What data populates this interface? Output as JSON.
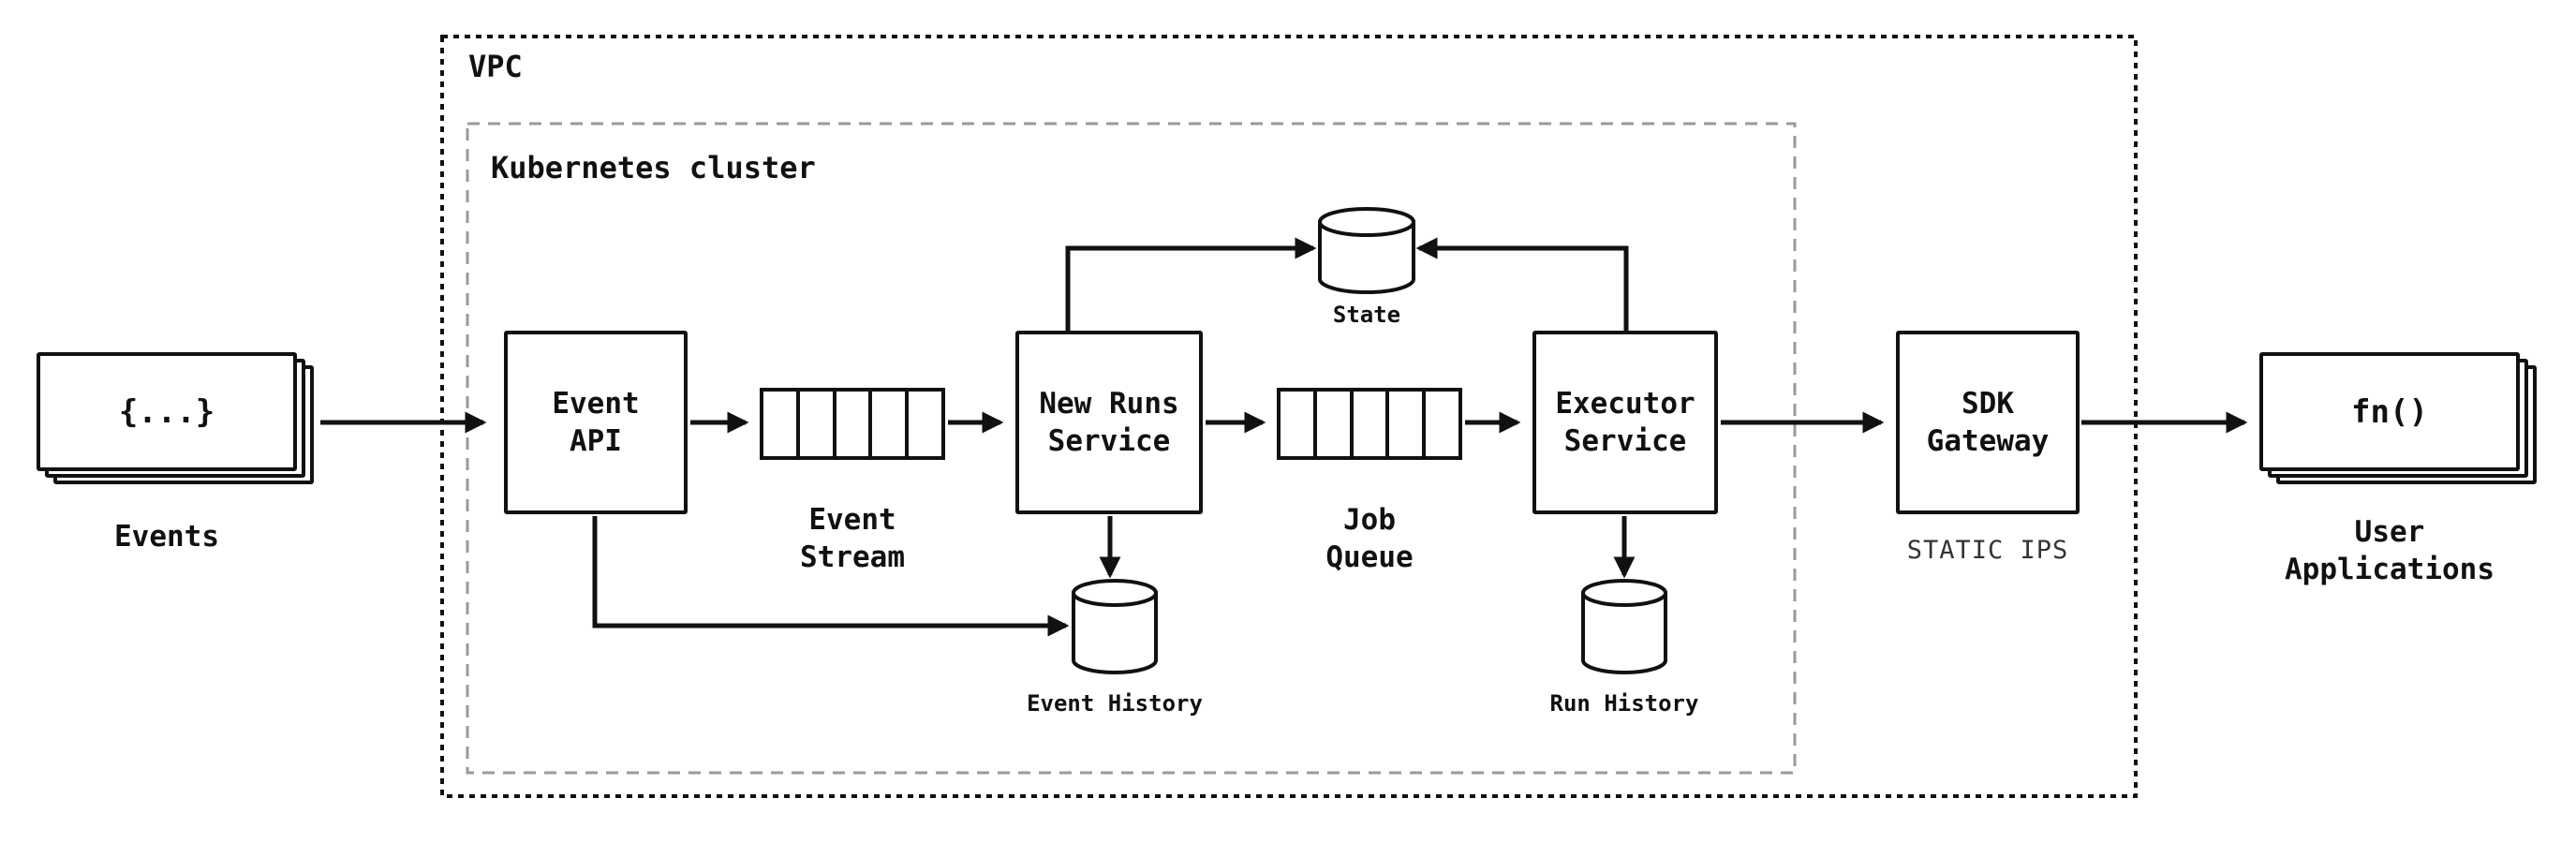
{
  "diagram": {
    "vpc_label": "VPC",
    "kubernetes_label": "Kubernetes cluster",
    "colors": {
      "stroke": "#111111",
      "k8s_border": "#9a9a9a",
      "background": "#ffffff"
    },
    "nodes": {
      "events": {
        "glyph": "{...}",
        "label": "Events"
      },
      "event_api": {
        "label": "Event\nAPI"
      },
      "event_stream": {
        "label": "Event\nStream"
      },
      "new_runs_service": {
        "label": "New Runs\nService"
      },
      "job_queue": {
        "label": "Job\nQueue"
      },
      "executor_service": {
        "label": "Executor\nService"
      },
      "state_store": {
        "label": "State"
      },
      "event_history": {
        "label": "Event History"
      },
      "run_history": {
        "label": "Run History"
      },
      "sdk_gateway": {
        "label": "SDK\nGateway",
        "sublabel": "STATIC IPS"
      },
      "user_applications": {
        "glyph": "fn()",
        "label": "User\nApplications"
      }
    }
  }
}
